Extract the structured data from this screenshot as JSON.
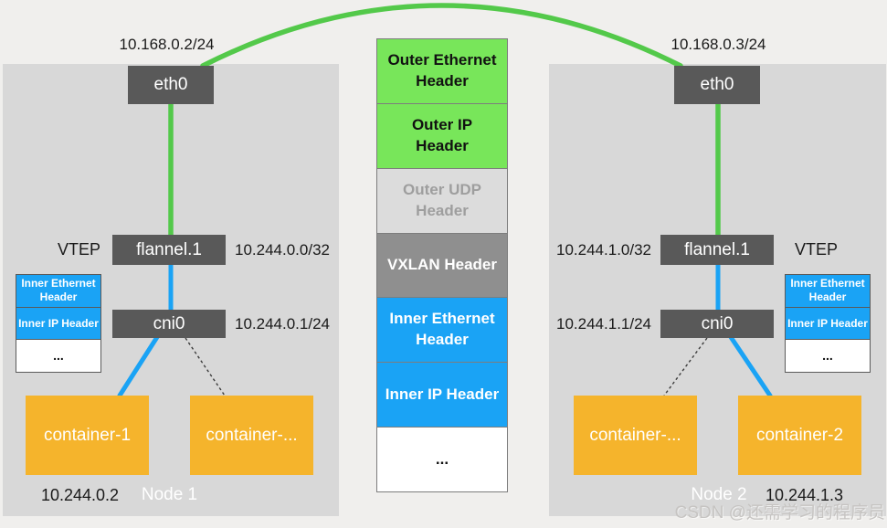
{
  "title": "flannel VXLAN cross-node container networking diagram",
  "colors": {
    "underlay_line_green": "#53c94a",
    "outer_header_green": "#78e65a",
    "overlay_blue": "#1aa3f5",
    "container_orange": "#f5b42c",
    "interface_box_gray": "#595959",
    "vxlan_gray": "#8f8f8f",
    "udp_gray": "#dcdcdc",
    "node_bg": "#d8d8d8"
  },
  "nodes": [
    {
      "label": "Node 1",
      "uplink_ip": "10.168.0.2/24",
      "eth": "eth0",
      "vtep": "VTEP",
      "flannel": "flannel.1",
      "flannel_ip": "10.244.0.0/32",
      "cni": "cni0",
      "cni_ip": "10.244.0.1/24",
      "containers": [
        "container-1",
        "container-..."
      ],
      "container_ip": "10.244.0.2",
      "inner_packet": [
        "Inner Ethernet Header",
        "Inner IP Header",
        "..."
      ]
    },
    {
      "label": "Node 2",
      "uplink_ip": "10.168.0.3/24",
      "eth": "eth0",
      "vtep": "VTEP",
      "flannel": "flannel.1",
      "flannel_ip": "10.244.1.0/32",
      "cni": "cni0",
      "cni_ip": "10.244.1.1/24",
      "containers": [
        "container-...",
        "container-2"
      ],
      "container_ip": "10.244.1.3",
      "inner_packet": [
        "Inner Ethernet Header",
        "Inner IP Header",
        "..."
      ]
    }
  ],
  "packet_stack": {
    "segments": [
      {
        "label": "Outer Ethernet Header",
        "style": "outer"
      },
      {
        "label": "Outer IP Header",
        "style": "outer"
      },
      {
        "label": "Outer UDP Header",
        "style": "udp"
      },
      {
        "label": "VXLAN Header",
        "style": "vxlan"
      },
      {
        "label": "Inner Ethernet Header",
        "style": "inner"
      },
      {
        "label": "Inner IP Header",
        "style": "inner"
      },
      {
        "label": "...",
        "style": "rest"
      }
    ]
  },
  "watermark": "CSDN @还需学习的程序员"
}
